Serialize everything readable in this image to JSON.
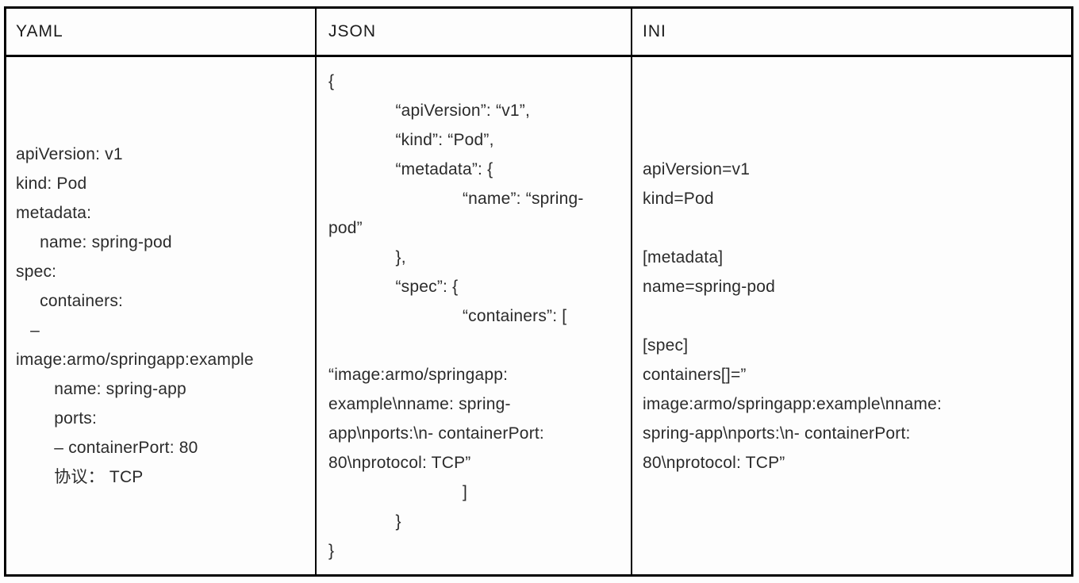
{
  "table": {
    "border_color": "#000000",
    "text_color": "#2b2b2b",
    "background_color": "#fdfdfd",
    "columns": [
      {
        "header": "YAML",
        "lines": [
          "apiVersion: v1",
          "kind: Pod",
          "metadata:",
          "     name: spring-pod",
          "spec:",
          "     containers:",
          "   –",
          "image:armo/springapp:example",
          "        name: spring-app",
          "        ports:",
          "        – containerPort: 80",
          "        协议： TCP"
        ]
      },
      {
        "header": "JSON",
        "lines": [
          "{",
          "              “apiVersion”: “v1”,",
          "              “kind”: “Pod”,",
          "              “metadata”: {",
          "                            “name”: “spring-",
          "pod”",
          "              },",
          "              “spec”: {",
          "                            “containers”: [",
          "",
          "“image:armo/springapp:",
          "example\\nname: spring-",
          "app\\nports:\\n- containerPort:",
          "80\\nprotocol: TCP”",
          "                            ]",
          "              }",
          "}"
        ]
      },
      {
        "header": "INI",
        "lines": [
          "apiVersion=v1",
          "kind=Pod",
          "",
          "[metadata]",
          "name=spring-pod",
          "",
          "[spec]",
          "containers[]=”",
          "image:armo/springapp:example\\nname:",
          "spring-app\\nports:\\n- containerPort:",
          "80\\nprotocol: TCP”"
        ]
      }
    ]
  }
}
